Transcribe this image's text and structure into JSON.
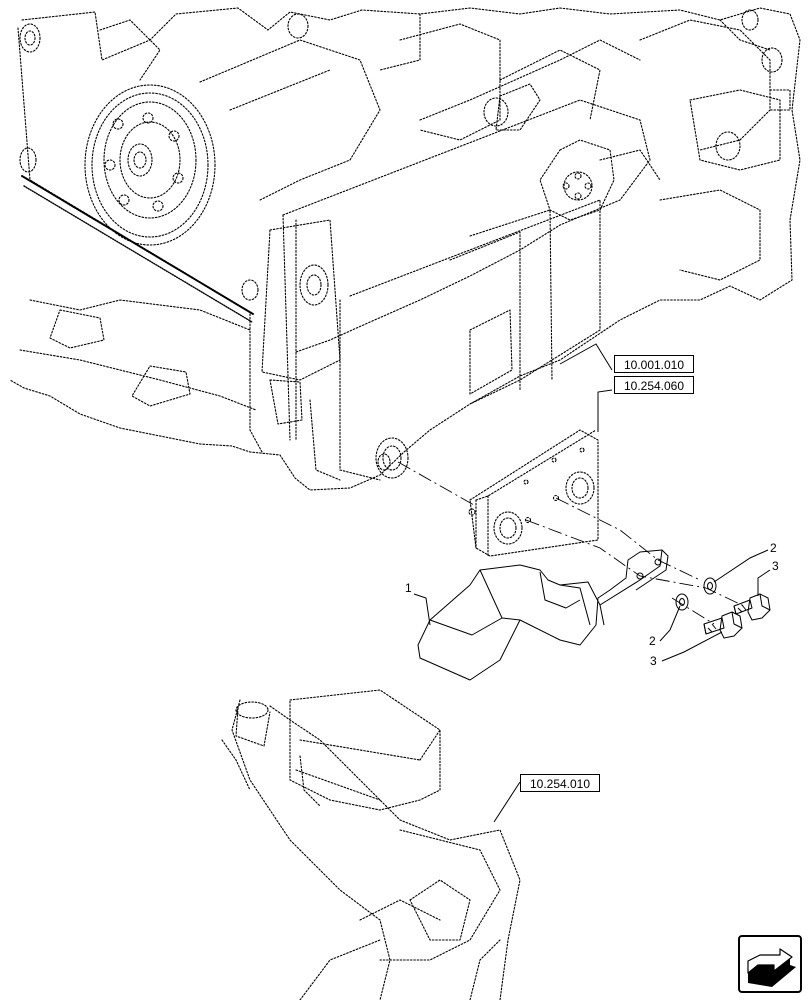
{
  "references": {
    "ref_engine": "10.001.010",
    "ref_bracket": "10.254.060",
    "ref_exhaust": "10.254.010"
  },
  "callouts": {
    "shield": "1",
    "washer_upper": "2",
    "bolt_upper": "3",
    "washer_lower": "2",
    "bolt_lower": "3"
  },
  "navigation": {
    "icon": "next-page-arrow-icon"
  }
}
